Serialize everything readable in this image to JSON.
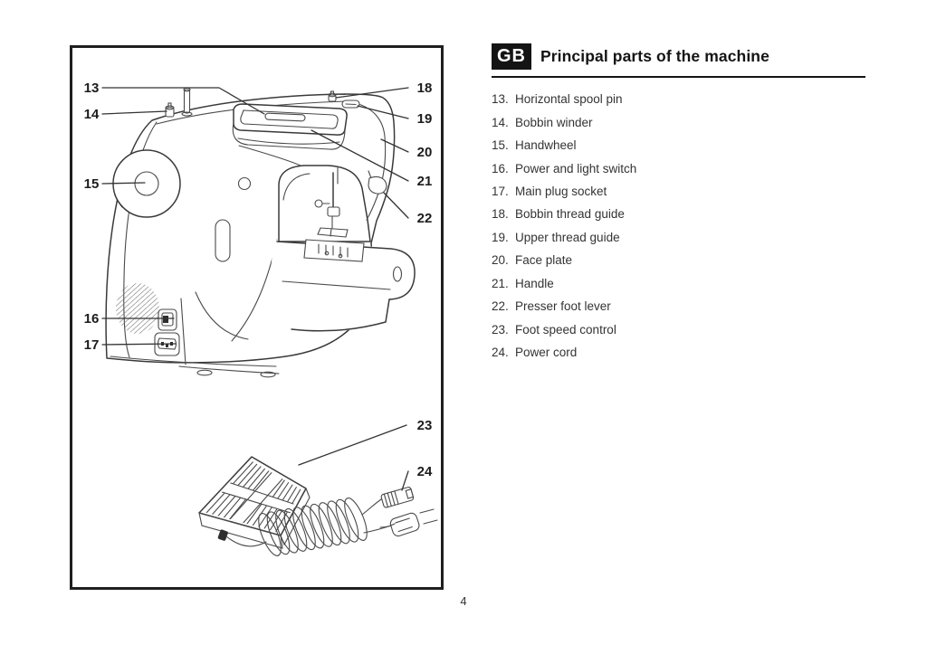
{
  "header": {
    "lang_badge": "GB",
    "title": "Principal parts of the machine"
  },
  "parts_list": {
    "items": [
      {
        "num": "13.",
        "label": "Horizontal spool pin"
      },
      {
        "num": "14.",
        "label": "Bobbin winder"
      },
      {
        "num": "15.",
        "label": "Handwheel"
      },
      {
        "num": "16.",
        "label": "Power and light switch"
      },
      {
        "num": "17.",
        "label": "Main plug socket"
      },
      {
        "num": "18.",
        "label": "Bobbin thread guide"
      },
      {
        "num": "19.",
        "label": "Upper thread guide"
      },
      {
        "num": "20.",
        "label": "Face plate"
      },
      {
        "num": "21.",
        "label": "Handle"
      },
      {
        "num": "22.",
        "label": "Presser foot lever"
      },
      {
        "num": "23.",
        "label": "Foot speed control"
      },
      {
        "num": "24.",
        "label": "Power cord"
      }
    ]
  },
  "diagram": {
    "callouts": [
      "13",
      "14",
      "15",
      "16",
      "17",
      "18",
      "19",
      "20",
      "21",
      "22",
      "23",
      "24"
    ]
  },
  "footer": {
    "page_number": "4"
  },
  "colors": {
    "ink": "#333333",
    "badge_bg": "#141414",
    "badge_fg": "#ffffff",
    "line_art": "#3a3a3a"
  }
}
